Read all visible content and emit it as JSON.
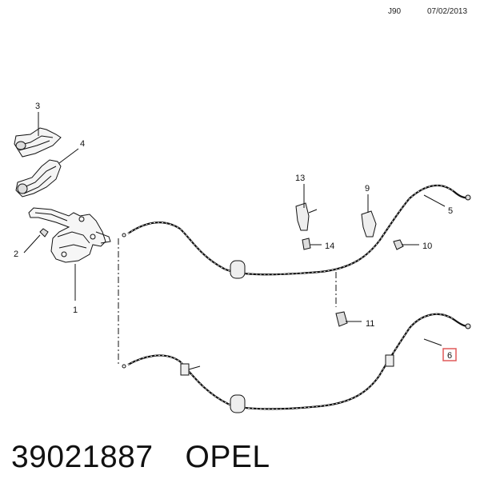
{
  "header": {
    "code": "J90",
    "date": "07/02/2013"
  },
  "callouts": [
    "1",
    "2",
    "3",
    "4",
    "5",
    "6",
    "9",
    "10",
    "11",
    "13",
    "14"
  ],
  "highlighted_callout": "6",
  "colors": {
    "highlight": "#e05a5a",
    "line": "#111111"
  },
  "footer": {
    "part_number": "39021887",
    "brand": "OPEL"
  }
}
